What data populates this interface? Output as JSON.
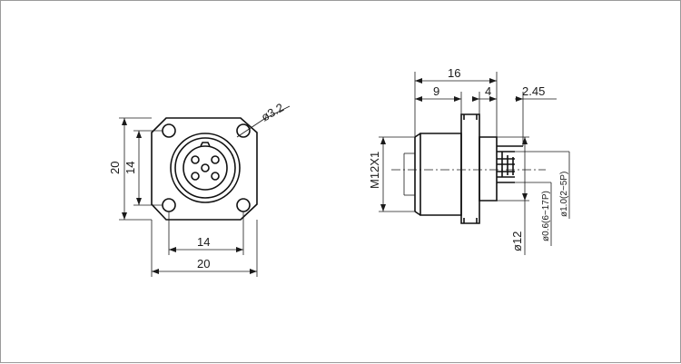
{
  "front_view": {
    "hole_diameter": "ø3.2",
    "height_outer": "20",
    "height_inner": "14",
    "width_inner": "14",
    "width_outer": "20"
  },
  "side_view": {
    "total_length": "16",
    "body_length": "9",
    "flange_to_end": "4",
    "pin_protrusion": "2.45",
    "thread": "M12X1",
    "body_diameter": "ø12",
    "pin_diameter_small": "ø0.6(6~17P)",
    "pin_diameter_large": "ø1.0(2~5P)"
  }
}
